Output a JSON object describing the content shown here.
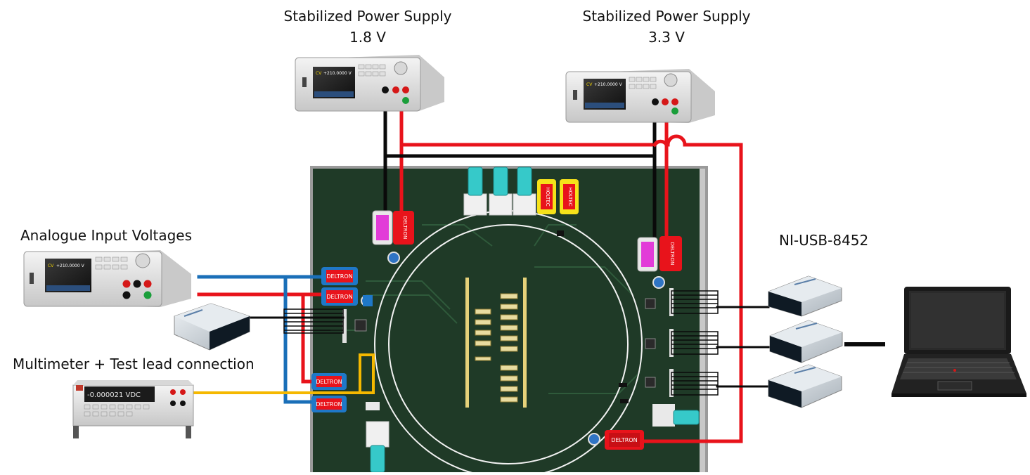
{
  "labels": {
    "psu1_title": "Stabilized Power Supply",
    "psu1_voltage": "1.8 V",
    "psu2_title": "Stabilized Power Supply",
    "psu2_voltage": "3.3 V",
    "analogue": "Analogue Input Voltages",
    "multimeter": "Multimeter + Test lead connection",
    "ni_usb": "NI-USB-8452"
  },
  "instruments": {
    "psu_readout": "+210.0000 V",
    "psu_mode": "CV",
    "multimeter_readout": "-0.000021 VDC"
  },
  "connectors": {
    "brand": "DELTRON",
    "alt_brand": "HOLTEC"
  },
  "colors": {
    "pcb": "#1f3a27",
    "pcb_frame": "#9a9a9a",
    "wire_red": "#e8131b",
    "wire_black": "#0a0a0a",
    "wire_blue": "#1a6fb8",
    "wire_yellow": "#f5b800",
    "trace_white": "#f2f2f2",
    "connector_red": "#e8131b",
    "connector_magenta": "#e23cd8",
    "connector_blue": "#1f78c8",
    "connector_yellow": "#f6e21a",
    "sma_cyan": "#36c9c9"
  }
}
